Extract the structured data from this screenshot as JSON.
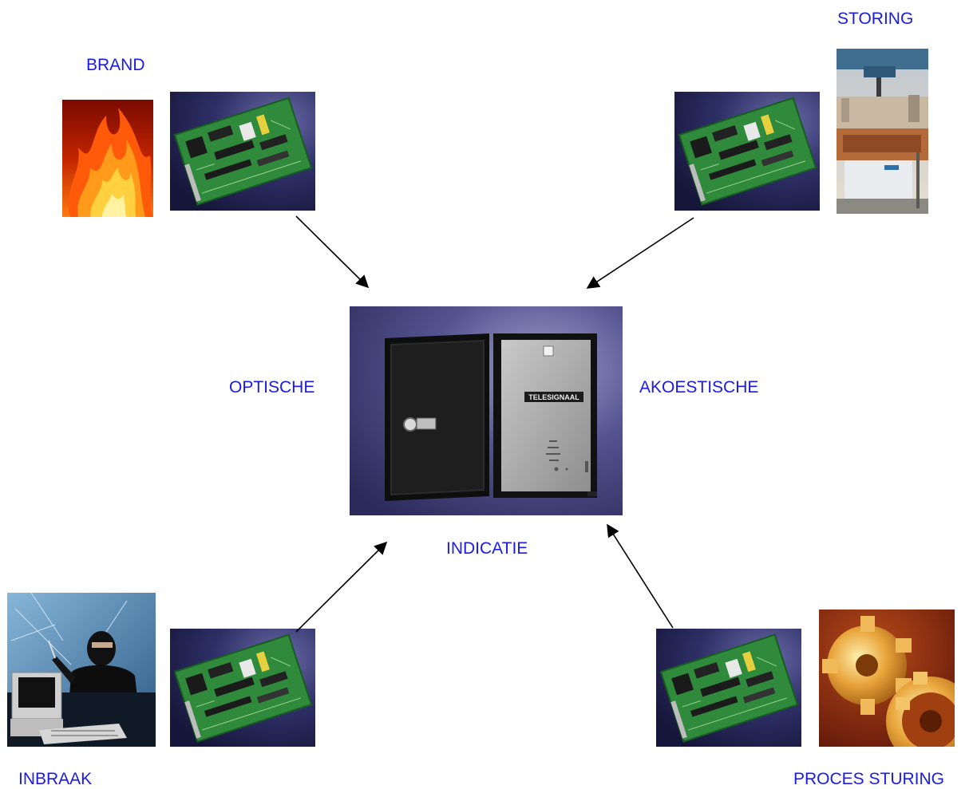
{
  "labels": {
    "brand": "BRAND",
    "storing": "STORING",
    "optische": "OPTISCHE",
    "akoestische": "AKOESTISCHE",
    "indicatie": "INDICATIE",
    "inbraak": "INBRAAK",
    "proces_sturing": "PROCES STURING"
  },
  "central_unit": {
    "panel_text": "TELESIGNAAL"
  },
  "icons": {
    "fire": "fire-photo",
    "crane": "container-crane-photo",
    "burglar": "burglar-photo",
    "gears": "gears-photo",
    "circuit_board": "circuit-board-photo",
    "cabinet": "signal-cabinet-photo"
  },
  "colors": {
    "label_text": "#1a1ae6",
    "arrow": "#000000",
    "board_bg": "#2e2f66",
    "pcb": "#2f8a3c",
    "cabinet_bg": "#3d3a73"
  }
}
